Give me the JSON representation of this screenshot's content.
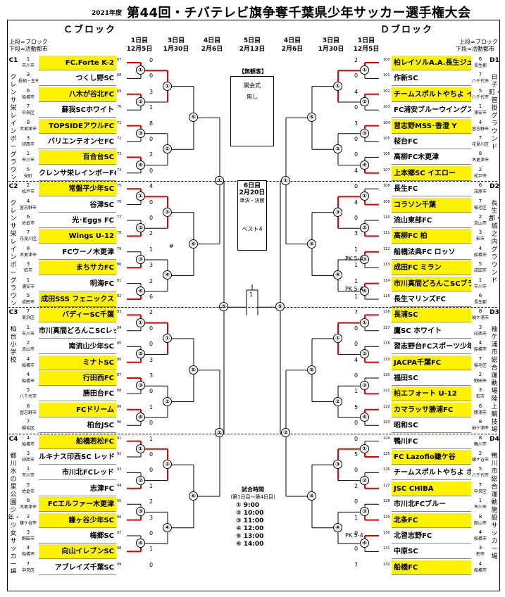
{
  "year": "2021年度",
  "title": "第44回・チバテレビ旗争奪千葉県少年サッカー選手権大会",
  "left_block": "Ｃブロック",
  "right_block": "Ｄブロック",
  "legend": [
    "上段=ブロック",
    "下段=活動都市"
  ],
  "rounds": {
    "r1": "1日目",
    "r1d": "12月5日",
    "r3": "3日目",
    "r3d": "1月30日",
    "r4": "4日目",
    "r4d": "2月6日",
    "r5": "5日目",
    "r5d": "2月13日"
  },
  "closed_label": "【無観客】",
  "opening": "開会式",
  "opening_val": "無し",
  "day6": "6日目",
  "day6d": "2月20日",
  "day6sub": "準決・決勝",
  "best4": "ベスト4",
  "times_title": "試合時間",
  "times_sub": "(第1日目〜第4日目)",
  "times": [
    "① 9:00",
    "② 10:00",
    "③ 11:00",
    "④ 12:00",
    "⑤ 13:00",
    "⑥ 14:00"
  ],
  "left_groups": [
    {
      "seed": "C1",
      "venue": "クレンサ栄レインボーグラウンドA"
    },
    {
      "seed": "C2",
      "venue": "クレンサ栄レインボーグラウンドB"
    },
    {
      "seed": "C3",
      "venue": "柏台小学校"
    },
    {
      "seed": "C4",
      "venue": "都川水の里公園少年・少女サッカー場"
    }
  ],
  "right_groups": [
    {
      "seed": "D1",
      "venue": "白子町・管掛グラウンド"
    },
    {
      "seed": "D2",
      "venue": "長生郡・城之内グラウンド"
    },
    {
      "seed": "D3",
      "venue": "袖ケ浦市総合運動場陸上競技場"
    },
    {
      "seed": "D4",
      "venue": "鴨川市総合運動施設サッカー場"
    }
  ],
  "left_teams": [
    {
      "n": "FC.Forte K-2",
      "b": "1",
      "c": "市川市",
      "no": "67",
      "s": "0",
      "y": true
    },
    {
      "n": "つくし野SC",
      "b": "3",
      "c": "長柄・生市",
      "no": "68",
      "s": "0",
      "y": false
    },
    {
      "n": "八木が谷北FC",
      "b": "6",
      "c": "船橋市",
      "no": "69",
      "s": "3",
      "y": true
    },
    {
      "n": "蘇我SCホワイト",
      "b": "7",
      "c": "中央区",
      "no": "70",
      "s": "1",
      "y": false
    },
    {
      "n": "TOPSIDEアウルFC",
      "b": "8",
      "c": "木更津市",
      "no": "71",
      "s": "8",
      "y": true
    },
    {
      "n": "バリエンテオンセFC",
      "b": "3",
      "c": "印西市",
      "no": "72",
      "s": "0",
      "y": false
    },
    {
      "n": "百合台SC",
      "b": "1",
      "c": "市川市",
      "no": "73",
      "s": "2",
      "y": true
    },
    {
      "n": "クレンサ栄レインボーFC",
      "b": "5",
      "c": "栄町",
      "no": "74",
      "s": "0",
      "y": false
    },
    {
      "n": "常盤平少年SC",
      "b": "2",
      "c": "松戸市",
      "no": "75",
      "s": "4",
      "y": true
    },
    {
      "n": "谷津SC",
      "b": "4",
      "c": "習志野市",
      "no": "76",
      "s": "0",
      "y": false
    },
    {
      "n": "光･Eggs FC",
      "b": "6",
      "c": "佐倉市",
      "no": "77",
      "s": "0",
      "y": false
    },
    {
      "n": "Wings U-12",
      "b": "7",
      "c": "花見川区",
      "no": "78",
      "s": "2",
      "y": true
    },
    {
      "n": "FCウーノ木更津",
      "b": "8",
      "c": "木更津市",
      "no": "79",
      "s": "1",
      "y": false
    },
    {
      "n": "まちサカFC",
      "b": "3",
      "c": "柏市",
      "no": "80",
      "s": "3",
      "y": true
    },
    {
      "n": "明海FC",
      "b": "1",
      "c": "浦安市",
      "no": "81",
      "s": "2",
      "y": false
    },
    {
      "n": "成田SSS フェニックス",
      "b": "5",
      "c": "成田市",
      "no": "82",
      "s": "6",
      "y": true
    },
    {
      "n": "バディーSC千葉",
      "b": "7",
      "c": "美浜区",
      "no": "83",
      "s": "2",
      "y": true
    },
    {
      "n": "市川真間どろんこSCレッド",
      "b": "1",
      "c": "市川市",
      "no": "84",
      "s": "0",
      "y": false
    },
    {
      "n": "南流山少年SC",
      "b": "2",
      "c": "流山市",
      "no": "85",
      "s": "0",
      "y": false
    },
    {
      "n": "ミナトSC",
      "b": "4",
      "c": "船橋市",
      "no": "86",
      "s": "3",
      "y": true
    },
    {
      "n": "行田西FC",
      "b": "4",
      "c": "船橋市",
      "no": "87",
      "s": "3",
      "y": true
    },
    {
      "n": "勝田台FC",
      "b": "5",
      "c": "八千代市",
      "no": "88",
      "s": "0",
      "y": false
    },
    {
      "n": "FCドリーム",
      "b": "6",
      "c": "習志野市",
      "no": "89",
      "s": "1",
      "y": true
    },
    {
      "n": "柏台JSC",
      "b": "7",
      "c": "稲毛区",
      "no": "90",
      "s": "0",
      "y": false
    },
    {
      "n": "船橋若松FC",
      "b": "4",
      "c": "船橋市",
      "no": "91",
      "s": "1",
      "y": true
    },
    {
      "n": "ルキナス印西SC レッド",
      "b": "3",
      "c": "印西市",
      "no": "92",
      "s": "0",
      "y": false
    },
    {
      "n": "市川北FCレッド",
      "b": "1",
      "c": "市川市",
      "no": "93",
      "s": "0",
      "y": false
    },
    {
      "n": "志津FC",
      "b": "5",
      "c": "佐倉市",
      "no": "94",
      "s": "1",
      "y": false
    },
    {
      "n": "FCエルファー木更津",
      "b": "8",
      "c": "木更津市",
      "no": "95",
      "s": "2",
      "y": true
    },
    {
      "n": "鎌ヶ谷少年SC",
      "b": "2",
      "c": "鎌ケ谷市",
      "no": "96",
      "s": "3",
      "y": true
    },
    {
      "n": "梅郷SC",
      "b": "3",
      "c": "野田市",
      "no": "97",
      "s": "0",
      "y": false
    },
    {
      "n": "向山イレブンSC",
      "b": "4",
      "c": "船橋市",
      "no": "98",
      "s": "1",
      "y": true
    },
    {
      "n": "アブレイズ千葉SC",
      "b": "7",
      "c": "中央区",
      "no": "99",
      "s": "0",
      "y": false
    }
  ],
  "right_teams": [
    {
      "n": "柏レイソルA.A.長生ジュニア",
      "b": "6",
      "c": "長生郡",
      "no": "100",
      "s": "2",
      "y": true
    },
    {
      "n": "作新SC",
      "b": "7",
      "c": "八千代市",
      "no": "101",
      "s": "0",
      "y": false
    },
    {
      "n": "チームスポルトやちよ イエロー",
      "b": "5",
      "c": "八千代市",
      "no": "102",
      "s": "4",
      "y": true
    },
    {
      "n": "FC浦安ブルーウイングス",
      "b": "1",
      "c": "浦安市",
      "no": "103",
      "s": "0",
      "y": false
    },
    {
      "n": "習志野MSS･香澄 Y",
      "b": "4",
      "c": "習志野市",
      "no": "104",
      "s": "3",
      "y": true
    },
    {
      "n": "桜台FC",
      "b": "7",
      "c": "花見川区",
      "no": "105",
      "s": "0",
      "y": false
    },
    {
      "n": "高柳FC木更津",
      "b": "8",
      "c": "木更津市",
      "no": "106",
      "s": "0",
      "y": false
    },
    {
      "n": "上本郷SC イエロー",
      "b": "2",
      "c": "松戸市",
      "no": "107",
      "s": "4",
      "y": true
    },
    {
      "n": "長生FC",
      "b": "6",
      "c": "茂原市",
      "no": "108",
      "s": "0",
      "y": false
    },
    {
      "n": "コラソン千葉",
      "b": "7",
      "c": "稲毛区",
      "no": "109",
      "s": "4",
      "y": true
    },
    {
      "n": "流山東部FC",
      "b": "2",
      "c": "流山市",
      "no": "110",
      "s": "0",
      "y": false
    },
    {
      "n": "高柳FC 柏",
      "b": "3",
      "c": "柏市",
      "no": "111",
      "s": "3",
      "y": true
    },
    {
      "n": "船橋法典FC ロッソ",
      "b": "4",
      "c": "船橋市",
      "no": "112",
      "s": "1",
      "y": false
    },
    {
      "n": "成田FC ミラン",
      "b": "5",
      "c": "成田市",
      "no": "113",
      "s": "1",
      "y": true
    },
    {
      "n": "市川真間どろんこSCブラック",
      "b": "1",
      "c": "市川市",
      "no": "114",
      "s": "1",
      "y": true
    },
    {
      "n": "長生マリンズFC",
      "b": "6",
      "c": "長生郡",
      "no": "115",
      "s": "1",
      "y": false
    },
    {
      "n": "長浦SC",
      "b": "8",
      "c": "袖ケ浦市",
      "no": "116",
      "s": "7",
      "y": true
    },
    {
      "n": "鷹SC ホワイト",
      "b": "3",
      "c": "印西市",
      "no": "117",
      "s": "0",
      "y": false
    },
    {
      "n": "習志野台FCスポーツ少年団",
      "b": "4",
      "c": "船橋市",
      "no": "118",
      "s": "0",
      "y": false
    },
    {
      "n": "JACPA千葉FC",
      "b": "7",
      "c": "稲毛区",
      "no": "119",
      "s": "4",
      "y": true
    },
    {
      "n": "福田SC",
      "b": "2",
      "c": "野田市",
      "no": "120",
      "s": "0",
      "y": false
    },
    {
      "n": "柏エフォート U-12",
      "b": "3",
      "c": "柏市",
      "no": "121",
      "s": "1",
      "y": true
    },
    {
      "n": "カマラッサ勝浦FC",
      "b": "6",
      "c": "勝浦市",
      "no": "122",
      "s": "5",
      "y": true
    },
    {
      "n": "昭和SC",
      "b": "8",
      "c": "袖ケ浦市",
      "no": "123",
      "s": "0",
      "y": false
    },
    {
      "n": "鴨川FC",
      "b": "8",
      "c": "鴨川市",
      "no": "124",
      "s": "0",
      "y": false
    },
    {
      "n": "FC Lazofio鎌ケ谷",
      "b": "2",
      "c": "鎌ケ谷市",
      "no": "125",
      "s": "5",
      "y": true
    },
    {
      "n": "チームスポルトやちよ ホワイト",
      "b": "5",
      "c": "八千代市",
      "no": "126",
      "s": "0",
      "y": false
    },
    {
      "n": "JSC CHIBA",
      "b": "7",
      "c": "中央区",
      "no": "127",
      "s": "2",
      "y": true
    },
    {
      "n": "市川北FCブルー",
      "b": "1",
      "c": "市川市",
      "no": "128",
      "s": "0",
      "y": false
    },
    {
      "n": "北条FC",
      "b": "8",
      "c": "館山市",
      "no": "129",
      "s": "1",
      "y": true
    },
    {
      "n": "北習志野FC",
      "b": "4",
      "c": "船橋市",
      "no": "130",
      "s": "0",
      "y": false
    },
    {
      "n": "中原SC",
      "b": "3",
      "c": "柏市",
      "no": "131",
      "s": "0",
      "y": false
    },
    {
      "n": "船橋FC",
      "b": "4",
      "c": "船橋市",
      "no": "132",
      "s": "7",
      "y": true
    }
  ],
  "marks": {
    "pk1": "PK 5-4",
    "pk2": "PK 5-4",
    "pk3": "PK 5-4",
    "hash": "#",
    "one": "1"
  }
}
